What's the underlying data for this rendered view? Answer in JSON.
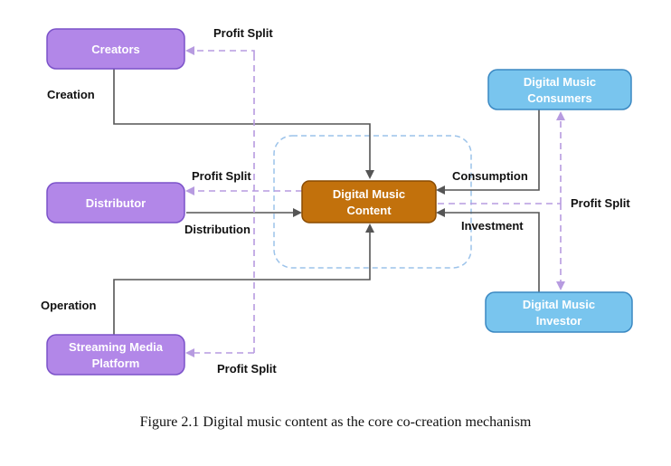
{
  "colors": {
    "purple_fill": "#b287e8",
    "purple_stroke": "#7b52c9",
    "blue_fill": "#79c5ee",
    "blue_stroke": "#3a88c2",
    "center_fill": "#c2710c",
    "center_stroke": "#8a4b00",
    "solid_line": "#555555",
    "dashed_line": "#b79be0",
    "dashed_frame": "#9cc3ea"
  },
  "nodes": {
    "creators": "Creators",
    "distributor": "Distributor",
    "streaming_line1": "Streaming Media",
    "streaming_line2": "Platform",
    "consumers_line1": "Digital Music",
    "consumers_line2": "Consumers",
    "investor_line1": "Digital Music",
    "investor_line2": "Investor",
    "center_line1": "Digital Music",
    "center_line2": "Content"
  },
  "labels": {
    "profit_split_top": "Profit Split",
    "creation": "Creation",
    "profit_split_mid": "Profit Split",
    "distribution": "Distribution",
    "operation": "Operation",
    "profit_split_bottom": "Profit Split",
    "consumption": "Consumption",
    "investment": "Investment",
    "profit_split_right": "Profit Split"
  },
  "caption": "Figure 2.1 Digital music content as the core co-creation mechanism"
}
